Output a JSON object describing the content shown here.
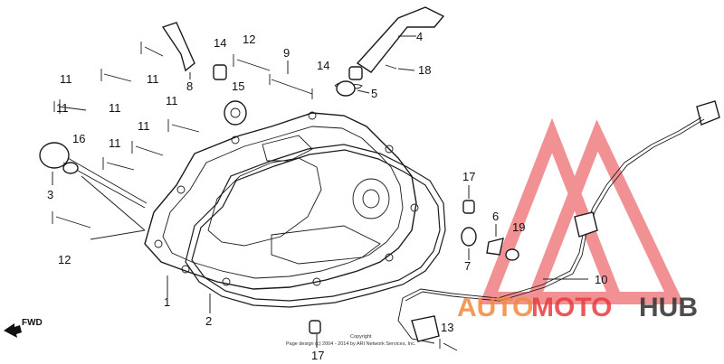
{
  "callouts": {
    "c1": "1",
    "c2": "2",
    "c3": "3",
    "c4": "4",
    "c5": "5",
    "c6": "6",
    "c7": "7",
    "c8": "8",
    "c9": "9",
    "c10": "10",
    "c11": "11",
    "c12": "12",
    "c13": "13",
    "c14": "14",
    "c15": "15",
    "c16": "16",
    "c17": "17",
    "c18": "18",
    "c19": "19"
  },
  "fwd_label": "FWD",
  "watermark": {
    "brand_a": "AUTO",
    "brand_b": "MOTO",
    "brand_c": "HUB",
    "color_orange": "#f08a3c",
    "color_red": "#e8393e",
    "color_dark": "#3a3a3a"
  },
  "copyright": {
    "line1": "Copyright",
    "line2": "Page design (c) 2004 - 2014 by ARI Network Services, Inc."
  }
}
